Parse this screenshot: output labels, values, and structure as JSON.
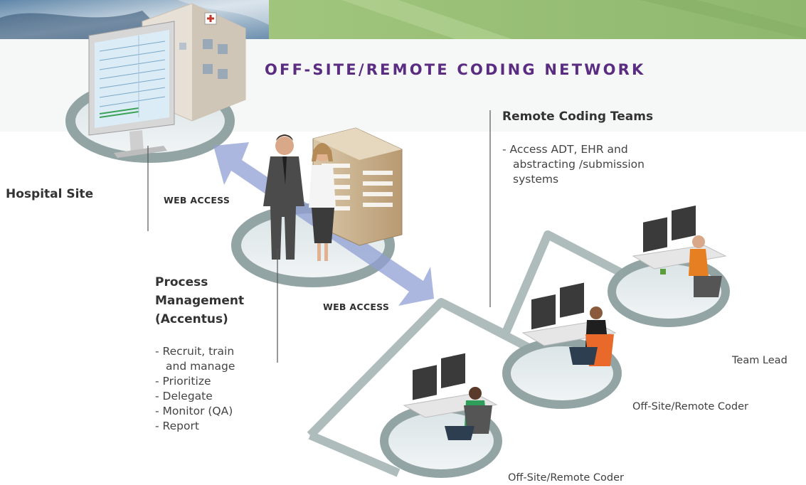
{
  "title": "OFF-SITE/REMOTE CODING NETWORK",
  "nodes": {
    "hospital": {
      "label": "Hospital Site"
    },
    "process": {
      "label_lines": [
        "Process",
        "Management",
        "(Accentus)"
      ],
      "items": [
        "- Recruit, train\nand manage",
        "- Prioritize",
        "- Delegate",
        "- Monitor (QA)",
        "- Report"
      ]
    },
    "remote_teams": {
      "label": "Remote Coding Teams",
      "items": [
        "- Access ADT, EHR and\nabstracting /submission\nsystems"
      ]
    }
  },
  "links": {
    "web_access_1": "WEB ACCESS",
    "web_access_2": "WEB ACCESS"
  },
  "workstations": {
    "team_lead": "Team Lead",
    "coder_1": "Off-Site/Remote Coder",
    "coder_2": "Off-Site/Remote Coder"
  },
  "colors": {
    "title": "#5a2d82",
    "banner": "#9cc27b",
    "ring": "#8fa1a0",
    "arrow": "#8f9fd3",
    "network_line": "#aebcbc"
  },
  "icons": [
    "hospital-monitor-icon",
    "hospital-building-icon",
    "server-tower-icon",
    "businessman-icon",
    "businesswoman-icon",
    "workstation-icon"
  ]
}
